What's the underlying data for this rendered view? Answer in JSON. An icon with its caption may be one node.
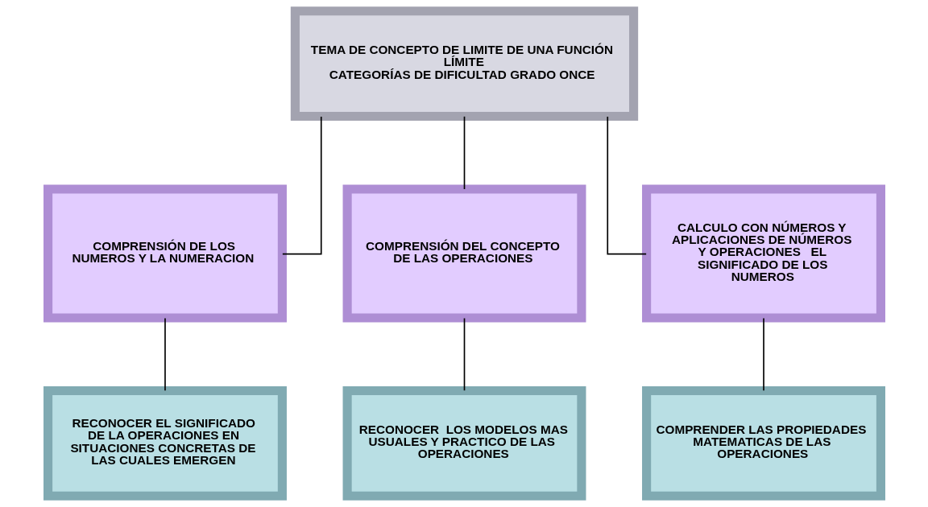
{
  "diagram": {
    "nodes": [
      {
        "text": [
          "TEMA DE CONCEPTO DE LIMITE DE UNA FUNCIÓN",
          "LÍMITE",
          "CATEGORÍAS DE DIFICULTAD GRADO ONCE"
        ]
      },
      {
        "text": [
          "COMPRENSIÓN DE LOS NUMEROS Y LA NUMERACION"
        ]
      },
      {
        "text": [
          "COMPRENSIÓN DEL CONCEPTO DE LAS OPERACIONES"
        ]
      },
      {
        "text": [
          "CALCULO CON NÚMEROS Y APLICACIONES DE NÚMEROS Y OPERACIONES   EL SIGNIFICADO DE LOS NUMEROS"
        ]
      },
      {
        "text": [
          "RECONOCER EL SIGNIFICADO DE LA OPERACIONES EN SITUACIONES CONCRETAS DE LAS CUALES EMERGEN"
        ]
      },
      {
        "text": [
          "RECONOCER  LOS MODELOS MAS USUALES Y PRACTICO DE LAS OPERACIONES"
        ]
      },
      {
        "text": [
          "COMPRENDER LAS PROPIEDADES MATEMATICAS DE LAS OPERACIONES"
        ]
      }
    ],
    "edges": [
      {
        "from": 0,
        "to": 1,
        "arrow": "none"
      },
      {
        "from": 0,
        "to": 2,
        "arrow": "none"
      },
      {
        "from": 0,
        "to": 3,
        "arrow": "none"
      },
      {
        "from": 1,
        "to": 4,
        "arrow": "none"
      },
      {
        "from": 2,
        "to": 5,
        "arrow": "none"
      },
      {
        "from": 3,
        "to": 6,
        "arrow": "none"
      }
    ]
  }
}
